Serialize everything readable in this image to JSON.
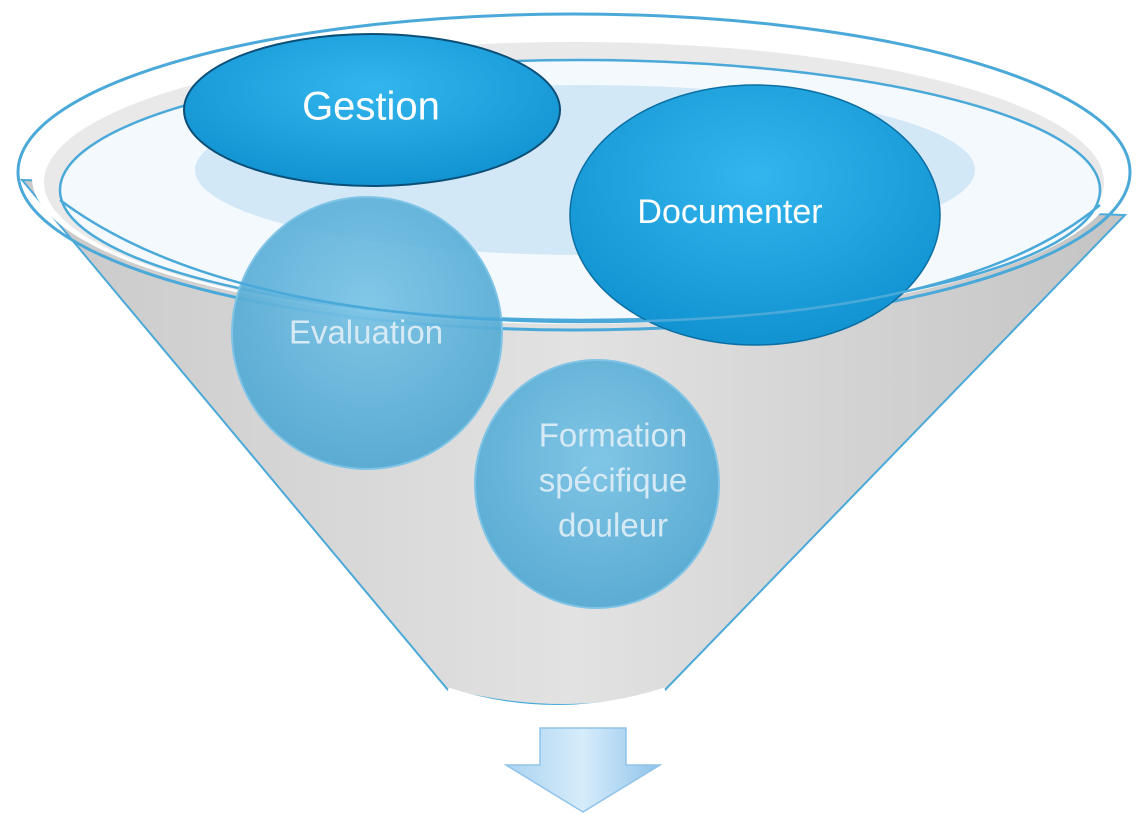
{
  "diagram": {
    "items": [
      {
        "id": "gestion",
        "label": "Gestion"
      },
      {
        "id": "documenter",
        "label": "Documenter"
      },
      {
        "id": "evaluation",
        "label": "Evaluation"
      },
      {
        "id": "formation",
        "label_lines": [
          "Formation",
          "spécifique",
          "douleur"
        ]
      }
    ]
  },
  "colors": {
    "funnel_body": "#d9d9d9",
    "funnel_outline": "#4aa9d9",
    "bubble_strong": "#1aa3e0",
    "bubble_faded": "#5db3d9",
    "label_strong": "#ffffff",
    "label_faded": "#d6eaf5"
  }
}
